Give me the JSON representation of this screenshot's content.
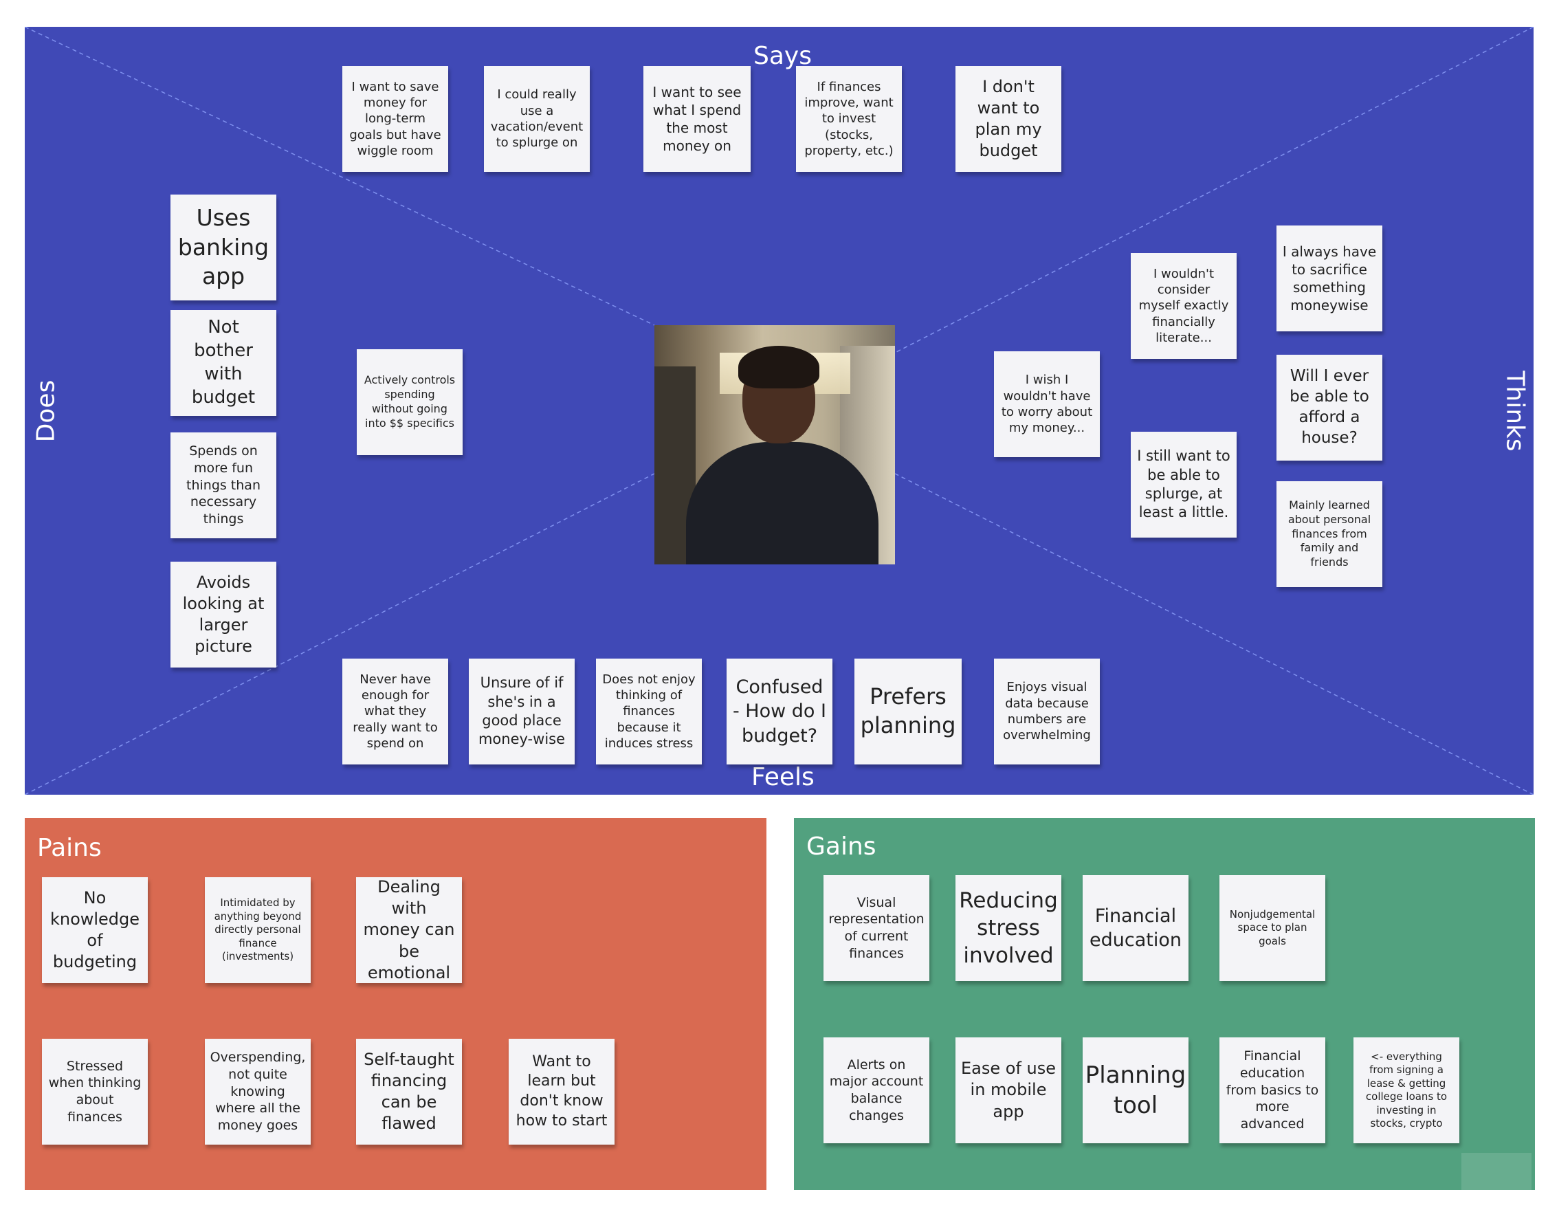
{
  "empathy_map": {
    "labels": {
      "says": "Says",
      "thinks": "Thinks",
      "does": "Does",
      "feels": "Feels"
    },
    "says": [
      "I want to save money for long-term goals but have wiggle room",
      "I could really use a vacation/event to splurge on",
      "I want to see what I spend the most money on",
      "If finances improve, want to invest (stocks, property, etc.)",
      "I don't want to plan my budget"
    ],
    "does": [
      "Uses banking app",
      "Not bother with budget",
      "Spends on more fun things than necessary things",
      "Avoids looking at larger picture",
      "Actively controls spending without going into $$ specifics"
    ],
    "thinks": [
      "I wouldn't consider myself exactly financially literate...",
      "I always have to sacrifice something moneywise",
      "I wish I wouldn't have to worry about my money...",
      "Will I ever be able to afford a house?",
      "I still want to be able to splurge, at least a little.",
      "Mainly learned about personal finances from family and friends"
    ],
    "feels": [
      "Never have enough for what they really want to spend on",
      "Unsure of if she's in a good place money-wise",
      "Does not enjoy thinking of finances because it induces stress",
      "Confused - How do I budget?",
      "Prefers planning",
      "Enjoys visual data because numbers are overwhelming"
    ]
  },
  "pains": {
    "title": "Pains",
    "notes": [
      "No knowledge of budgeting",
      "Intimidated by anything beyond directly personal finance (investments)",
      "Dealing with money can be emotional",
      "Stressed when thinking about finances",
      "Overspending, not quite knowing where all the money goes",
      "Self-taught financing can be flawed",
      "Want to learn but don't know how to start"
    ]
  },
  "gains": {
    "title": "Gains",
    "notes": [
      "Visual representation of current finances",
      "Reducing stress involved",
      "Financial education",
      "Nonjudgemental space to plan goals",
      "Alerts on major account balance changes",
      "Ease of use in mobile app",
      "Planning tool",
      "Financial education from basics to more advanced",
      "<- everything from signing a lease & getting college loans to investing in stocks, crypto"
    ]
  },
  "colors": {
    "empathy_bg": "#4049b6",
    "pains_bg": "#d96a51",
    "gains_bg": "#52a17f",
    "note_bg": "#f4f4f7"
  }
}
